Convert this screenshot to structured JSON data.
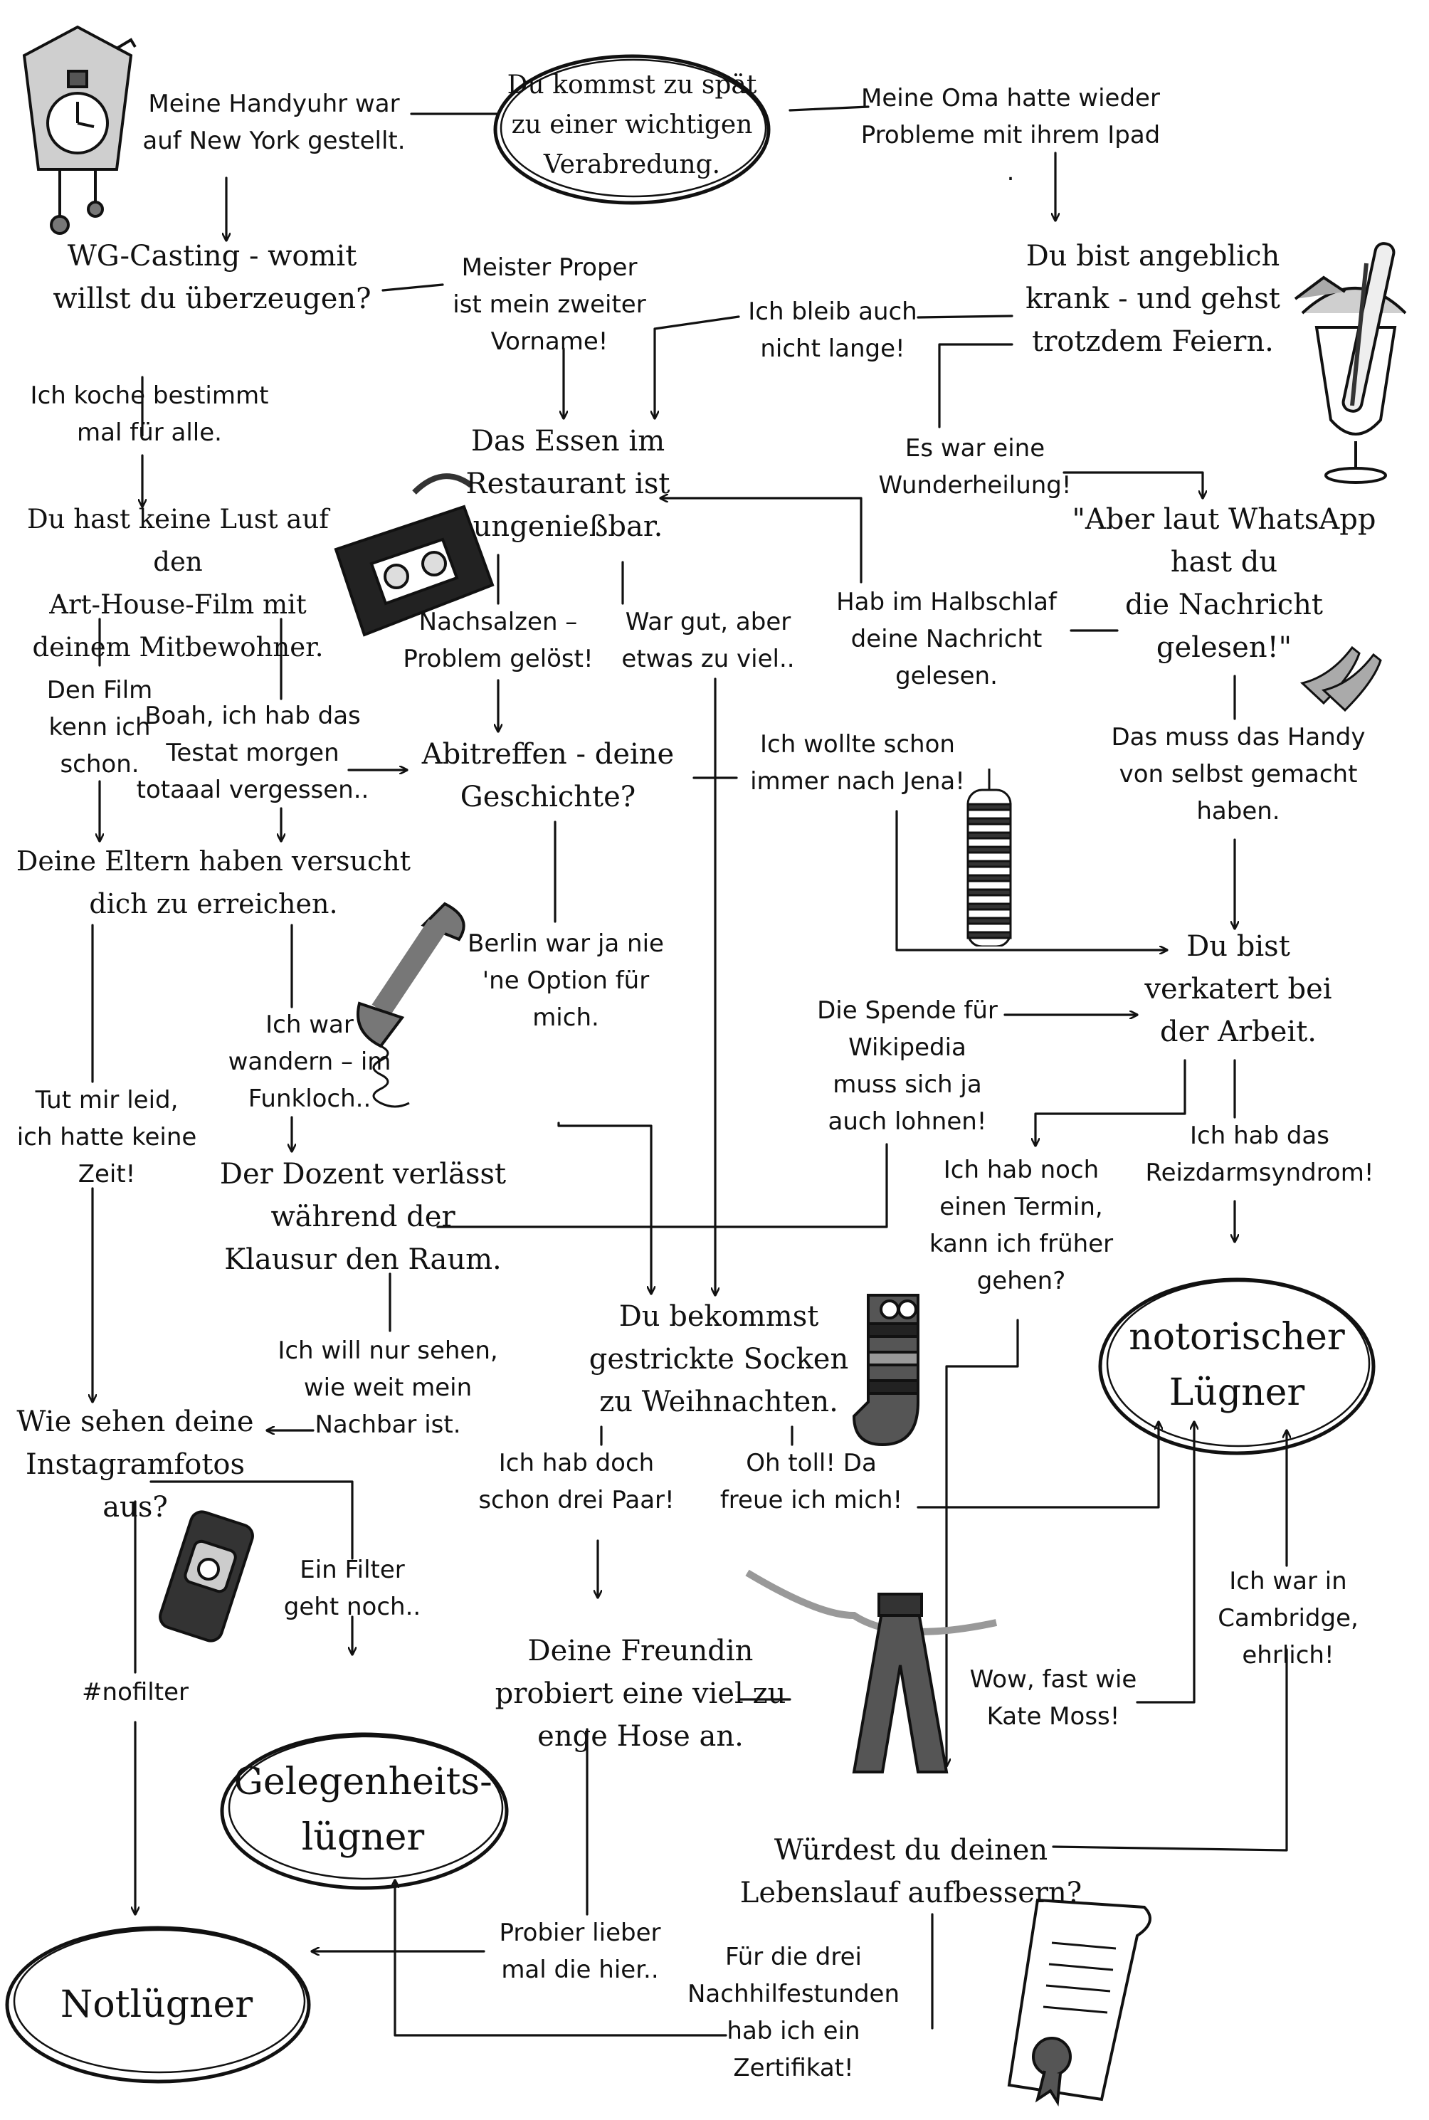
{
  "start": "Du kommst zu spät\nzu einer wichtigen\nVerabredung.",
  "questions": {
    "wg_casting": "WG-Casting - womit\nwillst du überzeugen?",
    "krank_feiern": "Du bist angeblich\nkrank - und gehst\ntrotzdem Feiern.",
    "essen": "Das Essen im\nRestaurant ist\nungenießbar.",
    "whatsapp": "\"Aber laut WhatsApp\nhast du\ndie Nachricht\ngelesen!\"",
    "arthouse": "Du hast keine Lust auf den\nArt-House-Film mit\ndeinem Mitbewohner.",
    "abitreffen": "Abitreffen - deine\nGeschichte?",
    "eltern": "Deine Eltern haben versucht\ndich zu erreichen.",
    "verkatert": "Du bist\nverkatert bei\nder Arbeit.",
    "dozent": "Der Dozent verlässt\nwährend der\nKlausur den Raum.",
    "socken": "Du bekommst\ngestrickte Socken\nzu Weihnachten.",
    "instagram": "Wie sehen deine\nInstagramfotos\naus?",
    "hose": "Deine Freundin\nprobiert eine viel zu\nenge Hose an.",
    "lebenslauf": "Würdest du deinen\nLebenslauf aufbessern?"
  },
  "answers": {
    "handyuhr": "Meine Handyuhr war\nauf New York gestellt.",
    "oma": "Meine Oma hatte wieder\nProbleme mit ihrem Ipad .",
    "meister_proper": "Meister Proper\nist mein zweiter\nVorname!",
    "bleib_nicht_lange": "Ich bleib auch\nnicht lange!",
    "koche": "Ich koche bestimmt\nmal für alle.",
    "wunderheilung": "Es war eine\nWunderheilung!",
    "nachsalzen": "Nachsalzen –\nProblem gelöst!",
    "war_gut": "War gut, aber\netwas zu viel..",
    "halbschlaf": "Hab im Halbschlaf\ndeine Nachricht\ngelesen.",
    "film_kenn": "Den Film\nkenn ich\nschon.",
    "testat": "Boah, ich hab das\nTestat morgen\ntotaaal vergessen..",
    "jena": "Ich wollte schon\nimmer nach Jena!",
    "handy_selbst": "Das muss das Handy\nvon selbst gemacht\nhaben.",
    "berlin": "Berlin war ja nie\n'ne Option für\nmich.",
    "wikipedia": "Die Spende für\nWikipedia\nmuss sich ja\nauch lohnen!",
    "wandern": "Ich war\nwandern – im\nFunkloch..",
    "keine_zeit": "Tut mir leid,\nich hatte keine\nZeit!",
    "termin": "Ich hab noch\neinen Termin,\nkann ich früher\ngehen?",
    "reizdarm": "Ich hab das\nReizdarmsyndrom!",
    "nachbar": "Ich will nur sehen,\nwie weit mein\nNachbar ist.",
    "drei_paar": "Ich hab doch\nschon drei Paar!",
    "oh_toll": "Oh toll! Da\nfreue ich mich!",
    "filter": "Ein Filter\ngeht noch..",
    "cambridge": "Ich war in\nCambridge,\nehrlich!",
    "nofilter": "#nofilter",
    "kate_moss": "Wow, fast wie\nKate Moss!",
    "probier": "Probier lieber\nmal die hier..",
    "zertifikat": "Für die drei\nNachhilfestunden\nhab ich ein\nZertifikat!"
  },
  "results": {
    "notorisch": "notorischer\nLügner",
    "gelegenheit": "Gelegenheits-\nlügner",
    "notluegner": "Notlügner"
  },
  "icons": {
    "cuckoo_clock": "cuckoo-clock-icon",
    "cocktail": "cocktail-thermometer-icon",
    "cassette": "vhs-cassette-icon",
    "shoes": "high-heels-icon",
    "tower": "jentower-icon",
    "phone": "telephone-receiver-icon",
    "sock": "knitted-sock-icon",
    "smartphone": "instagram-phone-icon",
    "pants": "trousers-measuring-tape-icon",
    "certificate": "certificate-scroll-icon"
  }
}
